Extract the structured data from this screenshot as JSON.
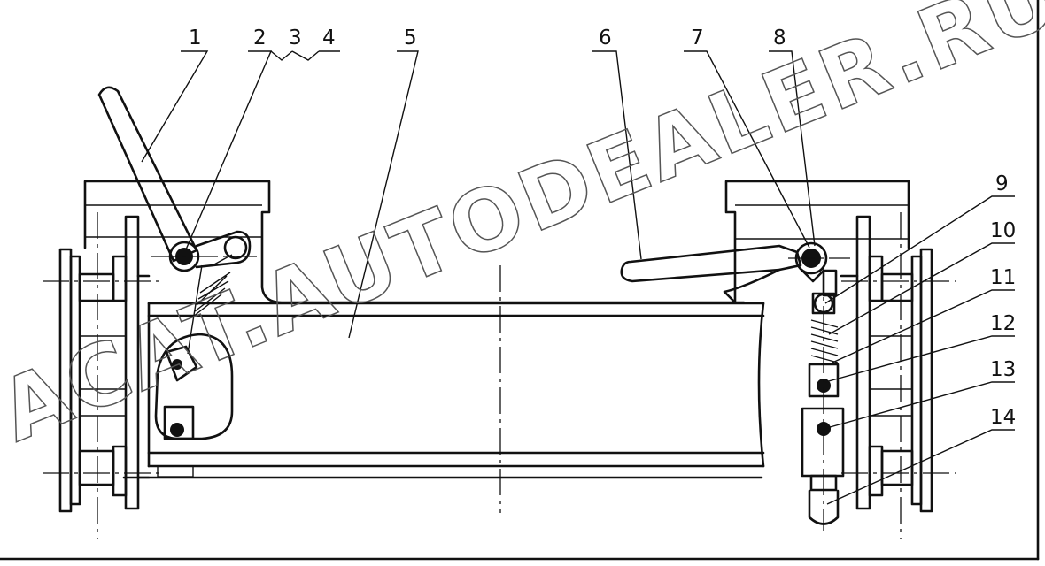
{
  "callouts": [
    {
      "label": "1"
    },
    {
      "label": "2"
    },
    {
      "label": "3"
    },
    {
      "label": "4"
    },
    {
      "label": "5"
    },
    {
      "label": "6"
    },
    {
      "label": "7"
    },
    {
      "label": "8"
    },
    {
      "label": "9"
    },
    {
      "label": "10"
    },
    {
      "label": "11"
    },
    {
      "label": "12"
    },
    {
      "label": "13"
    },
    {
      "label": "14"
    }
  ],
  "watermark": {
    "text": "ACAT.AUTODEALER.RU"
  }
}
